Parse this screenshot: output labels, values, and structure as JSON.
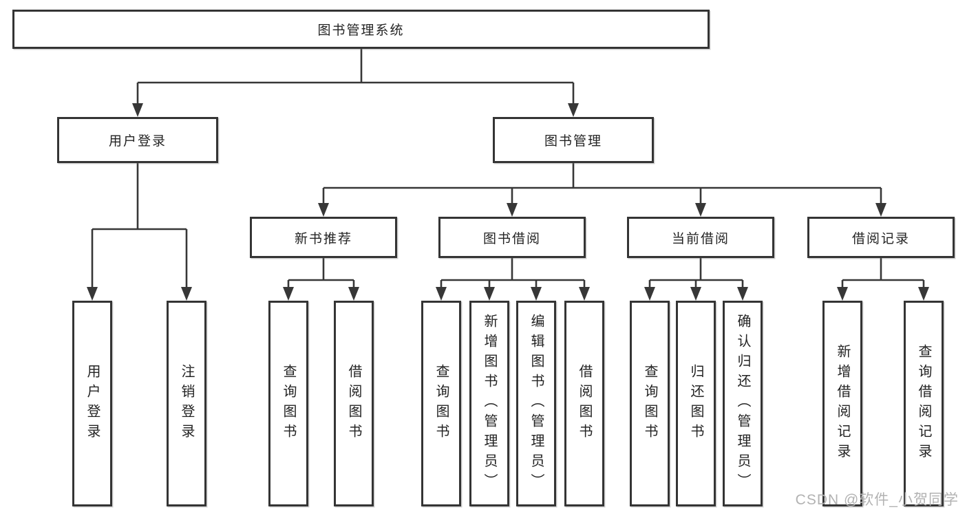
{
  "diagram": {
    "nodes": {
      "root": {
        "label": "图书管理系统"
      },
      "user_login": {
        "label": "用户登录"
      },
      "book_mgmt": {
        "label": "图书管理"
      },
      "leaf_user_login": {
        "label": "用户登录"
      },
      "leaf_logout": {
        "label": "注销登录"
      },
      "new_book_rec": {
        "label": "新书推荐"
      },
      "book_borrow": {
        "label": "图书借阅"
      },
      "current_borrow": {
        "label": "当前借阅"
      },
      "borrow_records": {
        "label": "借阅记录"
      },
      "nb_query": {
        "label": "查询图书"
      },
      "nb_borrow": {
        "label": "借阅图书"
      },
      "bb_query": {
        "label": "查询图书"
      },
      "bb_add": {
        "label": "新增图书（管理员）"
      },
      "bb_edit": {
        "label": "编辑图书（管理员）"
      },
      "bb_borrow": {
        "label": "借阅图书"
      },
      "cb_query": {
        "label": "查询图书"
      },
      "cb_return": {
        "label": "归还图书"
      },
      "cb_confirm": {
        "label": "确认归还（管理员）"
      },
      "br_add": {
        "label": "新增借阅记录"
      },
      "br_query": {
        "label": "查询借阅记录"
      }
    },
    "colors": {
      "box_border": "#343434",
      "box_fill": "#ffffff",
      "line": "#373737",
      "text": "#232323",
      "watermark": "#b2b2b2",
      "background": "#ffffff"
    }
  },
  "watermark": {
    "text": "CSDN @软件_小贺同学"
  }
}
